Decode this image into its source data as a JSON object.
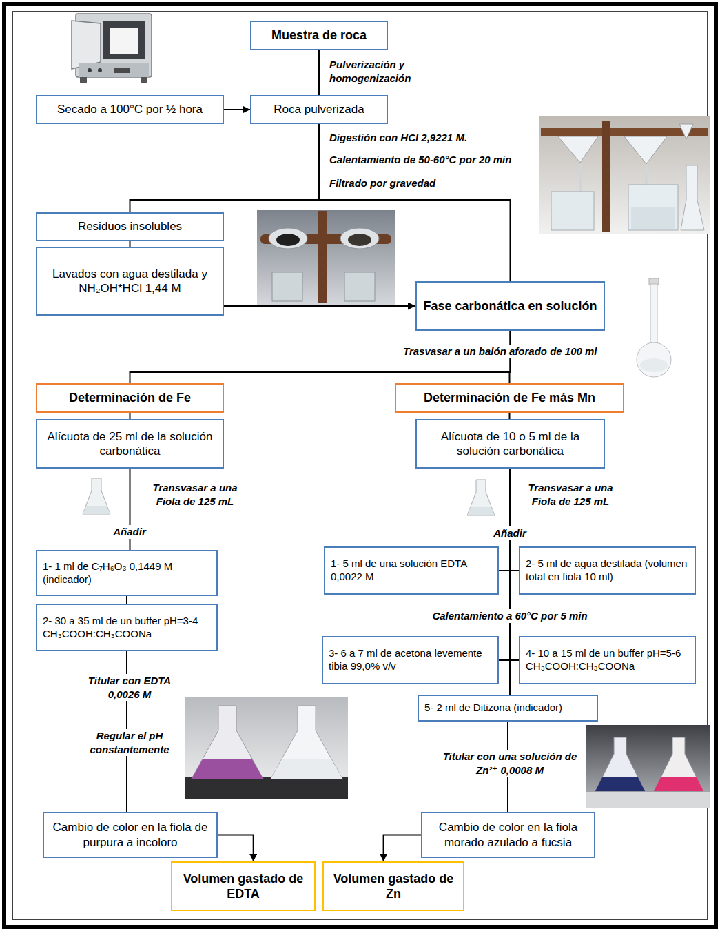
{
  "diagram": {
    "nodes": [
      {
        "text": [
          "Muestra de roca"
        ]
      },
      {
        "text": [
          "Secado a 100°C por ½ hora"
        ]
      },
      {
        "text": [
          "Roca pulverizada"
        ]
      },
      {
        "text": [
          "Residuos insolubles"
        ]
      },
      {
        "text": [
          "Lavados con agua destilada y NH₂OH*HCl 1,44 M"
        ]
      },
      {
        "text": [
          "Fase carbonática en solución"
        ]
      },
      {
        "text": [
          "Determinación de Fe"
        ]
      },
      {
        "text": [
          "Determinación de Fe más Mn"
        ]
      },
      {
        "text": [
          "Alícuota de 25 ml de la solución carbonática"
        ]
      },
      {
        "text": [
          "Alícuota de 10 o 5 ml de la solución carbonática"
        ]
      },
      {
        "text": [
          "1- 1 ml de C₇H₆O₃ 0,1449 M (indicador)"
        ]
      },
      {
        "text": [
          "2- 30 a 35 ml de un buffer pH=3-4 CH₃COOH:CH₃COONa"
        ]
      },
      {
        "text": [
          "1- 5 ml de una solución EDTA 0,0022 M"
        ]
      },
      {
        "text": [
          "2- 5 ml de agua destilada (volumen total en fiola 10 ml)"
        ]
      },
      {
        "text": [
          "3- 6 a 7 ml de acetona levemente tibia 99,0% v/v"
        ]
      },
      {
        "text": [
          "4- 10 a 15 ml de un buffer pH=5-6 CH₃COOH:CH₃COONa"
        ]
      },
      {
        "text": [
          "5- 2 ml de Ditizona (indicador)"
        ]
      },
      {
        "text": [
          "Cambio de color en la fiola de purpura a incoloro"
        ]
      },
      {
        "text": [
          "Cambio de color en la fiola morado azulado a fucsia"
        ]
      },
      {
        "text": [
          "Volumen gastado de EDTA"
        ]
      },
      {
        "text": [
          "Volumen gastado de Zn"
        ]
      }
    ],
    "edges": [
      {
        "from": 0,
        "to": 2,
        "arrow": "none"
      },
      {
        "from": 1,
        "to": 2,
        "arrow": "to"
      },
      {
        "from": 2,
        "to": 3,
        "arrow": "none"
      },
      {
        "from": 2,
        "to": 5,
        "arrow": "none"
      },
      {
        "from": 3,
        "to": 4,
        "arrow": "none"
      },
      {
        "from": 4,
        "to": 5,
        "arrow": "to"
      },
      {
        "from": 5,
        "to": 6,
        "arrow": "none"
      },
      {
        "from": 5,
        "to": 7,
        "arrow": "none"
      },
      {
        "from": 6,
        "to": 8,
        "arrow": "none"
      },
      {
        "from": 7,
        "to": 9,
        "arrow": "none"
      },
      {
        "from": 8,
        "to": 10,
        "arrow": "none"
      },
      {
        "from": 10,
        "to": 11,
        "arrow": "none"
      },
      {
        "from": 11,
        "to": 17,
        "arrow": "none"
      },
      {
        "from": 17,
        "to": 19,
        "arrow": "to"
      },
      {
        "from": 9,
        "to": 12,
        "arrow": "none"
      },
      {
        "from": 9,
        "to": 13,
        "arrow": "none"
      },
      {
        "from": 12,
        "to": 14,
        "arrow": "none"
      },
      {
        "from": 12,
        "to": 15,
        "arrow": "none"
      },
      {
        "from": 13,
        "to": 14,
        "arrow": "none"
      },
      {
        "from": 13,
        "to": 15,
        "arrow": "none"
      },
      {
        "from": 14,
        "to": 16,
        "arrow": "none"
      },
      {
        "from": 15,
        "to": 16,
        "arrow": "none"
      },
      {
        "from": 16,
        "to": 18,
        "arrow": "none"
      },
      {
        "from": 18,
        "to": 20,
        "arrow": "to"
      }
    ],
    "labels": [
      "Pulverización y homogenización",
      "Digestión con HCl 2,9221 M.",
      "Calentamiento de 50-60°C por 20 min",
      "Filtrado por gravedad",
      "Trasvasar a un balón aforado de 100 ml",
      "Transvasar a una Fiola de 125 mL",
      "Añadir",
      "Transvasar a una Fiola de 125 mL",
      "Añadir",
      "Calentamiento a 60°C por 5 min",
      "Titular con EDTA 0,0026 M",
      "Regular el pH constantemente",
      "Titular con una solución de Zn²⁺ 0,0008 M"
    ]
  }
}
